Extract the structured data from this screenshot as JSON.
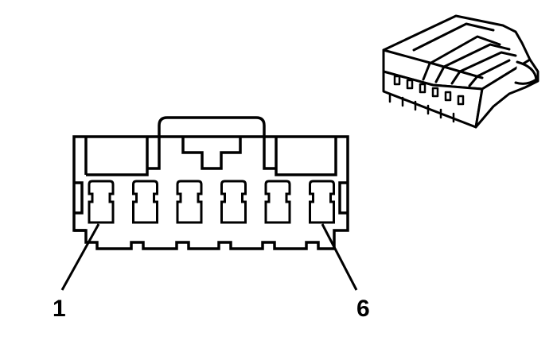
{
  "diagram": {
    "type": "connector-end-view",
    "pin_count": 6,
    "labels": {
      "first_pin": "1",
      "last_pin": "6"
    },
    "colors": {
      "line": "#000000",
      "background": "#ffffff"
    }
  }
}
